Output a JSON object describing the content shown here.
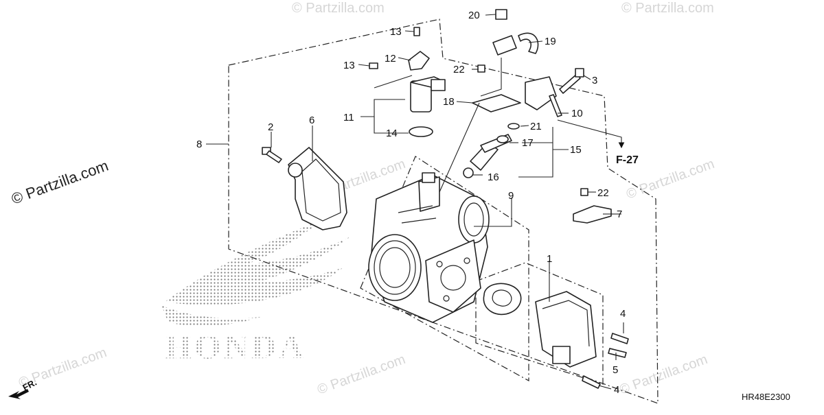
{
  "diagram": {
    "code": "HR48E2300",
    "watermark": "© Partzilla.com",
    "logo_text": "HONDA",
    "direction_label": "FR.",
    "reference_label": "F-27",
    "callouts": [
      "1",
      "2",
      "3",
      "4",
      "4",
      "5",
      "6",
      "7",
      "8",
      "9",
      "10",
      "11",
      "12",
      "13",
      "13",
      "14",
      "15",
      "16",
      "17",
      "18",
      "19",
      "20",
      "21",
      "22",
      "22"
    ]
  }
}
